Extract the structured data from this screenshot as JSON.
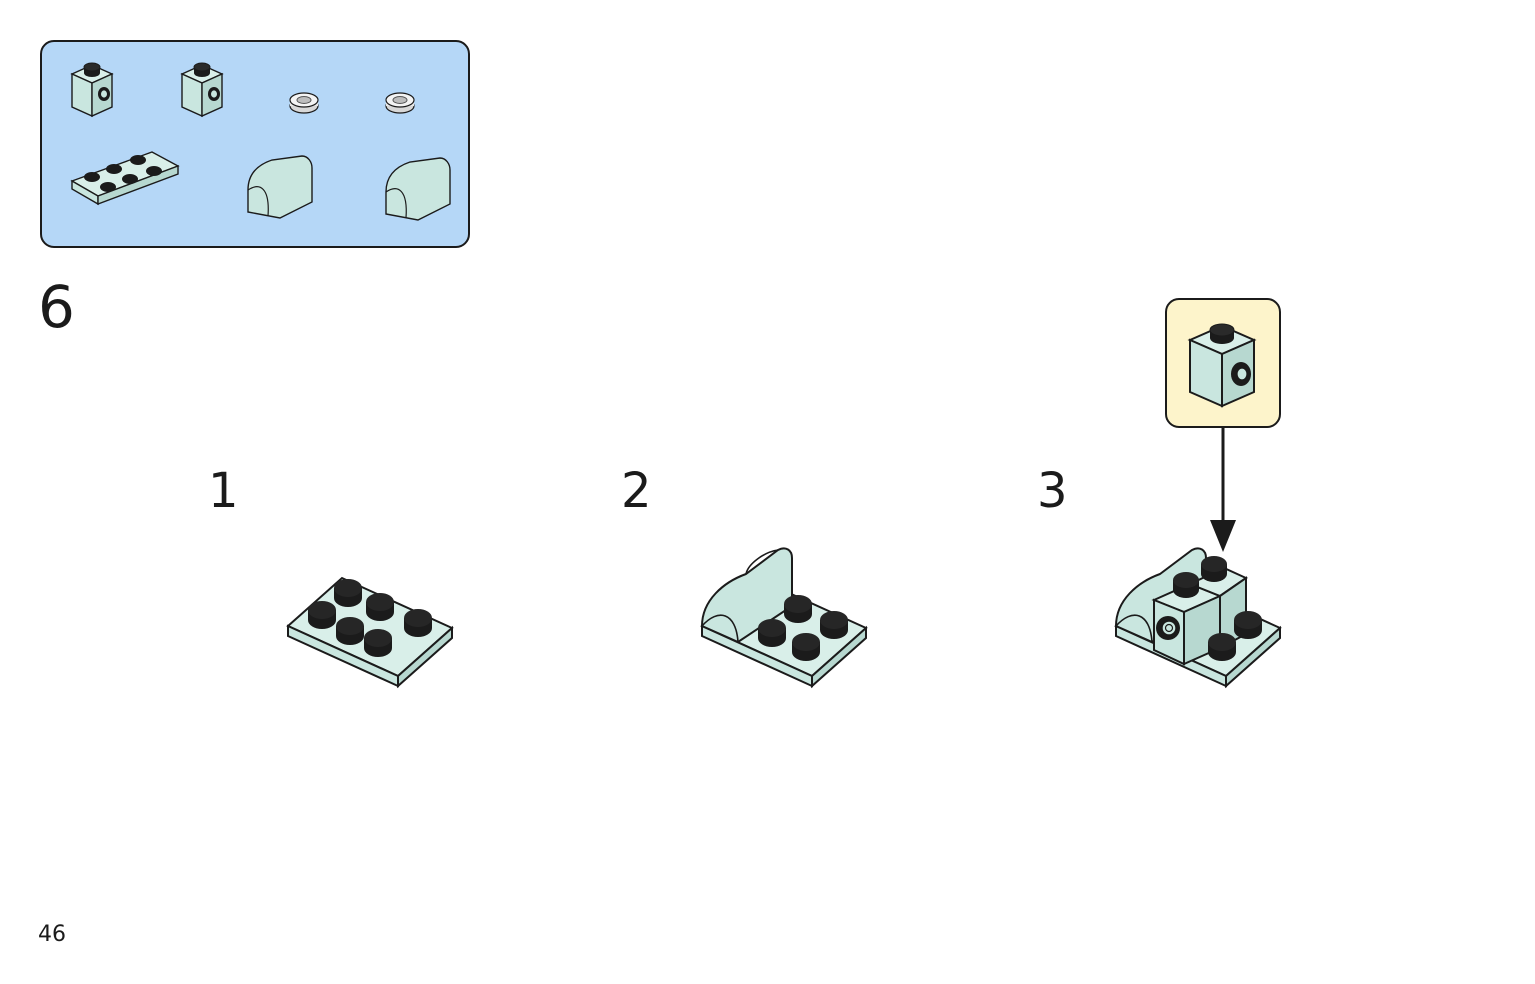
{
  "step": {
    "number": "6",
    "substeps": [
      {
        "label": "1"
      },
      {
        "label": "2"
      },
      {
        "label": "3"
      }
    ]
  },
  "page": {
    "number": "46"
  },
  "colors": {
    "brick": "#c9e6df",
    "brick_dark": "#a9cfc6",
    "outline": "#1b1b1b",
    "parts_panel": "#b5d7f7",
    "callout": "#fdf4cb",
    "transparent_round": "#e9e9e9"
  },
  "parts_list": [
    {
      "icon": "brick-1x1-side-stud-icon"
    },
    {
      "icon": "brick-1x1-side-stud-icon"
    },
    {
      "icon": "round-tile-1x1-transparent-icon"
    },
    {
      "icon": "round-tile-1x1-transparent-icon"
    },
    {
      "icon": "plate-2x3-icon"
    },
    {
      "icon": "curved-slope-1x2-icon"
    },
    {
      "icon": "curved-slope-1x2-icon"
    }
  ]
}
